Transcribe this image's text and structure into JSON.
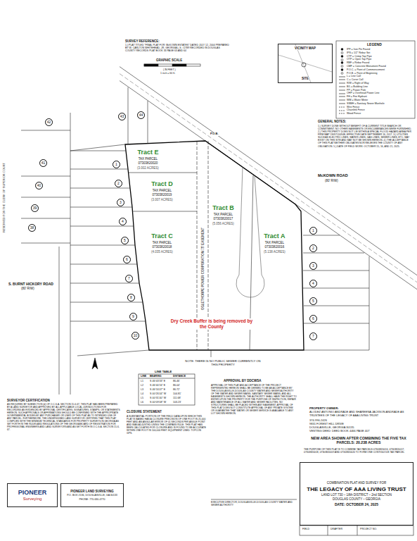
{
  "diagram": {
    "nodes": [
      {
        "text": [
          "Tract E",
          "TAX PARCEL",
          "07303820020",
          "(3.002 ACRES)"
        ]
      },
      {
        "text": [
          "Tract D",
          "TAX PARCEL",
          "07303820019",
          "(3.007 ACRES)"
        ]
      },
      {
        "text": [
          "Tract C",
          "TAX PARCEL",
          "07303820018",
          "(4.035 ACRES)"
        ]
      },
      {
        "text": [
          "Tract B",
          "TAX PARCEL",
          "07303820017",
          "(5.056 ACRES)"
        ]
      },
      {
        "text": [
          "Tract A",
          "TAX PARCEL",
          "07303820016",
          "(5.138 ACRES)"
        ]
      },
      {
        "text": [
          "VICINITY MAP",
          "SITE"
        ]
      },
      {
        "text": [
          "PIONEER",
          "Surveying"
        ]
      },
      {
        "text": [
          "PIONEER LAND SURVEYING",
          "P.O. BOX 2136, DOUGLASVILLE, GA 30133",
          "PHONE: 770-630-4770"
        ]
      },
      {
        "text": [
          "COMBINATION PLAT AND SURVEY FOR",
          "THE LEGACY OF AAA LIVING TRUST",
          "LAND LOT 730 – 18th DISTRICT – 2nd SECTION",
          "DOUGLAS COUNTY – GEORGIA",
          "DATE: OCTOBER 24, 2025"
        ]
      }
    ],
    "labels": [
      "RESERVED FOR THE CLERK OF SUPERIOR COURT",
      "SURVEY REFERENCE:",
      "1.) PLAT TITLED \"FINAL PLAT FOR: McKOWN ESTATES\" DATED JULY 12, 2004 PREPARED BY W. CARLTON WHITEHEAD, JR. GEORGIA L.S. #2789 RECORDED IN DOUGLAS COUNTY RECORDS PLAT BOOK 33 PAGE 63 AND 64",
      "GRAPHIC SCALE",
      "( IN FEET )",
      "1 inch = 60 ft.",
      "GENERAL NOTES:",
      "1.) SURVEY DONE WITHOUT BENEFIT OF A CURRENT TITLE SEARCH OR COMMITMENT. NO OTHER EASEMENTS OR ENCUMBRANCES WERE FURNISHED. 2.) THIS PROPERTY DOES NOT LIE WITHIN A SPECIAL FLOOD HAZARD AREA PER FIRM MAP 13097C0094E, EFFECTIVE DATE SEPTEMBER 16, 2017. 3.) UTILITIES SUCH AS ELECTRIC LINES, WATER LINES, GAS LINES, SEWER LINES, ETC. MAY EXIST ON THIS SITE AND MAY NOT BE SHOWN HEREON. 4.) THE ACCEPTANCE OF THIS PLAT NEITHER OBLIGATES NOR RELIEVES THE COUNTY OF ANY OBLIGATION. 5.) DATE OF FIELD WORK: OCTOBER 15, 16, AND 21, 2025.",
      "McKOWN ROAD",
      "(80' R/W)",
      "S. BURNT HICKORY ROAD",
      "(80' R/W)",
      "Dry Creek Buffer is being removed by the County",
      "NOTE: THERE IS NO PUBLIC SEWER CURRENTLY ON THIS PROPERTY",
      "LINE TABLE",
      "LINE",
      "BEARING",
      "DISTANCE",
      "L1",
      "S 46°43'33\" E",
      "86.46'",
      "L2",
      "S 46°40'16\" E",
      "86.04'",
      "L3",
      "S 46°16'47\" E",
      "86.72'",
      "L4",
      "S 00°26'44\" W",
      "104.81'",
      "L5",
      "S 00°31'40\" W",
      "111.68'",
      "L6",
      "S 00°09'08\" W",
      "103.23'",
      "P.O.B.",
      "OGLETHORPE POWER CORPORATION 75' EASEMENT",
      "CLOSURE STATEMENT",
      "A SUBSTANTIAL PORTION OF THE FIELD DATA UPON WHICH THIS PLAT IS BASED HAS A CLOSURE PRECISION OF ONE FOOT IN 25,000 FEET AND AN ANGULAR ERROR OF 01 SECONDS PER ANGLE POINT AND WAS ADJUSTED USING THE COMPASS RULE. THIS PLAT HAS BEEN CALCULATED FOR CLOSURE AND IS FOUND TO BE ACCURATE WITHIN ONE FOOT IN 100,000 FEET. EQUIPMENT USED: TOPCON GPS.",
      "APPROVAL BY DDCWSA",
      "APPROVAL OF THIS PLAT AND ACCEPTANCE OF THE PROJECT REPRESENTED HEREON SHALL BE DEEMED TO BE AN ACCEPTANCE BY THE DOUGLASVILLE-DOUGLAS COUNTY WATER AND SEWER AUTHORITY OF THE WATER AND SEWER MAINS, SANITARY SEWER MAINS, AND ALL EASEMENTS SHOWN HEREON. THE AUTHORITY SHALL HAVE THE RIGHT TO ENTER UPON THE PROPERTY FOR THE PURPOSE OF INSPECTION, REPAIR AND MAINTENANCE OF ALL WATER AND SEWER FACILITIES. NO STRUCTURES SHALL BE PLACED WITHIN ANY EASEMENT. APPROVAL OF THIS PLAT DOES NOT CONSTITUTE APPROVAL OF ANY PRIVATE SYSTEM OR GUARANTEE THAT WATER OR SEWER SERVICE IS AVAILABLE TO ANY LOT SHOWN HEREON.",
      "EXECUTIVE DIRECTOR, DOUGLASVILLE-DOUGLAS COUNTY WATER AND SEWER AUTHORITY",
      "SURVEYOR CERTIFICATION",
      "AS REQUIRED BY SUBSECTION (d) OF O.C.G.A. SECTION 15-6-67, THIS PLAT HAS BEEN PREPARED BY A LAND SURVEYOR AND APPROVED BY ALL APPLICABLE LOCAL JURISDICTIONS FOR RECORDING AS EVIDENCED BY APPROVAL CERTIFICATES, SIGNATURES, STAMPS, OR STATEMENTS HEREON. SUCH APPROVALS OR AFFIRMATIONS SHOULD BE CONFIRMED WITH THE APPROPRIATE GOVERNMENTAL BODIES BY ANY PURCHASER OR USER OF THIS PLAT AS TO INTENDED USE OF ANY PARCEL. FURTHERMORE, THE UNDERSIGNED LAND SURVEYOR CERTIFIES THAT THIS PLAT COMPLIES WITH THE MINIMUM TECHNICAL STANDARDS FOR PROPERTY SURVEYS IN GEORGIA AS SET FORTH IN THE RULES AND REGULATIONS OF THE GEORGIA BOARD OF REGISTRATION FOR PROFESSIONAL ENGINEERS AND LAND SURVEYORS AND AS SET FORTH IN O.C.G.A. SECTION 15-6-67.",
      "PROPERTY OWNER:",
      "ALODEZ ANTONIO ANDRADE AND SHAREENA JACKSON ANDRADE AS TRUSTEES OF THE LEGACY OF AAA LIVING TRUST",
      "374-996-2426",
      "9831 FOREST HILL DRIVE",
      "DOUGLASVILLE, GEORGIA 30135",
      "VESTING DEED: DEED BOOK 4466 PAGE 407",
      "NEW AREA SHOWN AFTER COMBINING THE FIVE TAX PARCELS: 20.238 ACRES",
      "THE PURPOSE OF THIS PLAT IS TO COMBINE TAX PARCELS 07303820016, 07303820017, 07303820018, 07303820019 AND 07303820020 TO FORM ONE CONTIGUOUS TAX PARCEL",
      "FIELD",
      "DRAFTER",
      "PROJECT NO.",
      "38",
      "39",
      "40",
      "41",
      "42",
      "43",
      "44",
      "1",
      "2",
      "3",
      "4",
      "5",
      "6",
      "7",
      "8",
      "9",
      "10",
      "1",
      "2",
      "3",
      "4",
      "5",
      "6",
      "7",
      "LEGEND"
    ],
    "legend": [
      {
        "text": "IPF = Iron Pin Found"
      },
      {
        "text": "IPS = 1/2\" Rebar Set"
      },
      {
        "text": "CTP = Crimp Top Pipe"
      },
      {
        "text": "OTP = Open Top Pipe"
      },
      {
        "text": "RBF = Rebar Found"
      },
      {
        "text": "CMF = Concrete Monument Found"
      },
      {
        "text": "P.O.C. = Point of Commencement"
      },
      {
        "text": "P.O.B. = Point of Beginning"
      },
      {
        "text": "L = Line Call"
      },
      {
        "text": "C = Curve Call"
      },
      {
        "text": "R/W = Right of Way"
      },
      {
        "text": "B/L = Building Line"
      },
      {
        "text": "PP = Power Pole"
      },
      {
        "text": "OHP = Overhead Power Line"
      },
      {
        "text": "FH = Fire Hydrant"
      },
      {
        "text": "WM = Water Meter"
      },
      {
        "text": "SSMH = Sanitary Sewer Manhole"
      },
      {
        "text": "Wire Fence"
      },
      {
        "text": "Chainlink Fence"
      },
      {
        "text": "Wood Fence"
      }
    ]
  }
}
